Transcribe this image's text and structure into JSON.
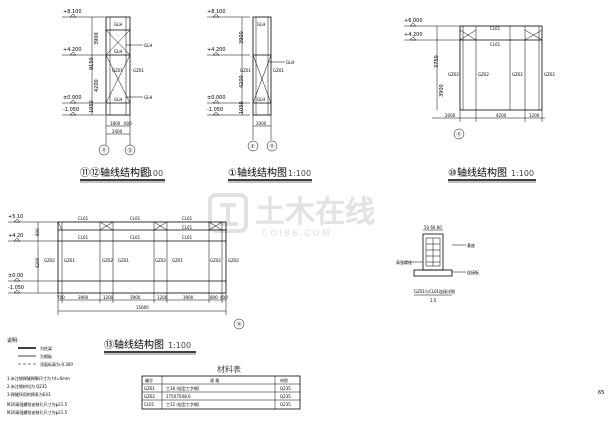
{
  "views": {
    "v1": {
      "title": "⑪⑫轴线结构图",
      "scale": "1:100",
      "levels": [
        "+8.100",
        "+4.200",
        "±0.000",
        "-1.050"
      ],
      "dims": [
        "9150",
        "1050",
        "4200",
        "3900",
        "1800",
        "600",
        "2400"
      ],
      "member_labels": [
        "GZ01",
        "GZ01",
        "GLH",
        "GLH",
        "GLH"
      ],
      "notes": [
        "GLH",
        "GLH"
      ],
      "axes": [
        "⑪",
        "⑫"
      ]
    },
    "v2": {
      "title": "①轴线结构图",
      "scale": "1:100",
      "levels": [
        "+8.100",
        "+4.200",
        "±0.000",
        "-1.050"
      ],
      "dims": [
        "4200",
        "3900",
        "1050",
        "2000"
      ],
      "member_labels": [
        "GZ01",
        "GZ01",
        "GLH",
        "GLH"
      ],
      "notes": [
        "GLH"
      ],
      "axes": [
        "①",
        "⑪"
      ]
    },
    "v3": {
      "title": "⑩轴线结构图",
      "scale": "1:100",
      "levels": [
        "+6.000",
        "+4.200"
      ],
      "dims": [
        "2000",
        "4200",
        "1200",
        "3750",
        "3900"
      ],
      "member_labels": [
        "CL01",
        "CL01",
        "GZ02",
        "GZ02",
        "GZ02",
        "GZ02"
      ],
      "axes": [
        "⑪"
      ]
    },
    "v4": {
      "title": "⑬轴线结构图",
      "scale": "1:100",
      "levels": [
        "+5.10",
        "+4.20",
        "±0.00",
        "-1.050"
      ],
      "dims_bottom": [
        "700",
        "3900",
        "1200",
        "3900",
        "1200",
        "3900",
        "800",
        "400"
      ],
      "total": "15600",
      "side_dims": [
        "900",
        "4200"
      ],
      "member_top": [
        "CL01",
        "CL01",
        "CL01",
        "CL01"
      ],
      "member_mid": [
        "CL01",
        "CL01",
        "CL01"
      ],
      "member_col": [
        "GZ02",
        "GZ01",
        "GZ02",
        "GZ01",
        "GZ02",
        "GZ01",
        "GZ02",
        "GZ02"
      ],
      "axes": [
        "⑭"
      ]
    },
    "detail": {
      "title": "GZ01与CL01连接详图",
      "scale": "1:5",
      "labels": [
        "基座",
        "高强螺栓",
        "连接板"
      ]
    }
  },
  "legend": {
    "heading": "说明:",
    "items": [
      "为柱梁",
      "为钢板",
      "顶面标高为-0.300"
    ]
  },
  "notes": [
    "1:未注钢焊缝焊脚尺寸为 hf=6mm",
    "2:未注钢材均为 Q235",
    "3:焊缝所用的焊条为E43",
    "M20高强螺栓安装孔尺寸为φ21.5",
    "M20高强螺栓安装孔尺寸为φ21.5"
  ],
  "materials": {
    "title": "材料表",
    "headers": [
      "编号",
      "规  格",
      "材质"
    ],
    "rows": [
      [
        "GZ01",
        "工18 (轻型工字钢)",
        "Q235"
      ],
      [
        "GZ02",
        "175X75X8.0",
        "Q235"
      ],
      [
        "CL01",
        "工12 (轻型工字钢)",
        "Q235"
      ]
    ]
  },
  "watermark": {
    "main": "土木在线",
    "sub": "COI88.COM"
  },
  "page_number": "65"
}
